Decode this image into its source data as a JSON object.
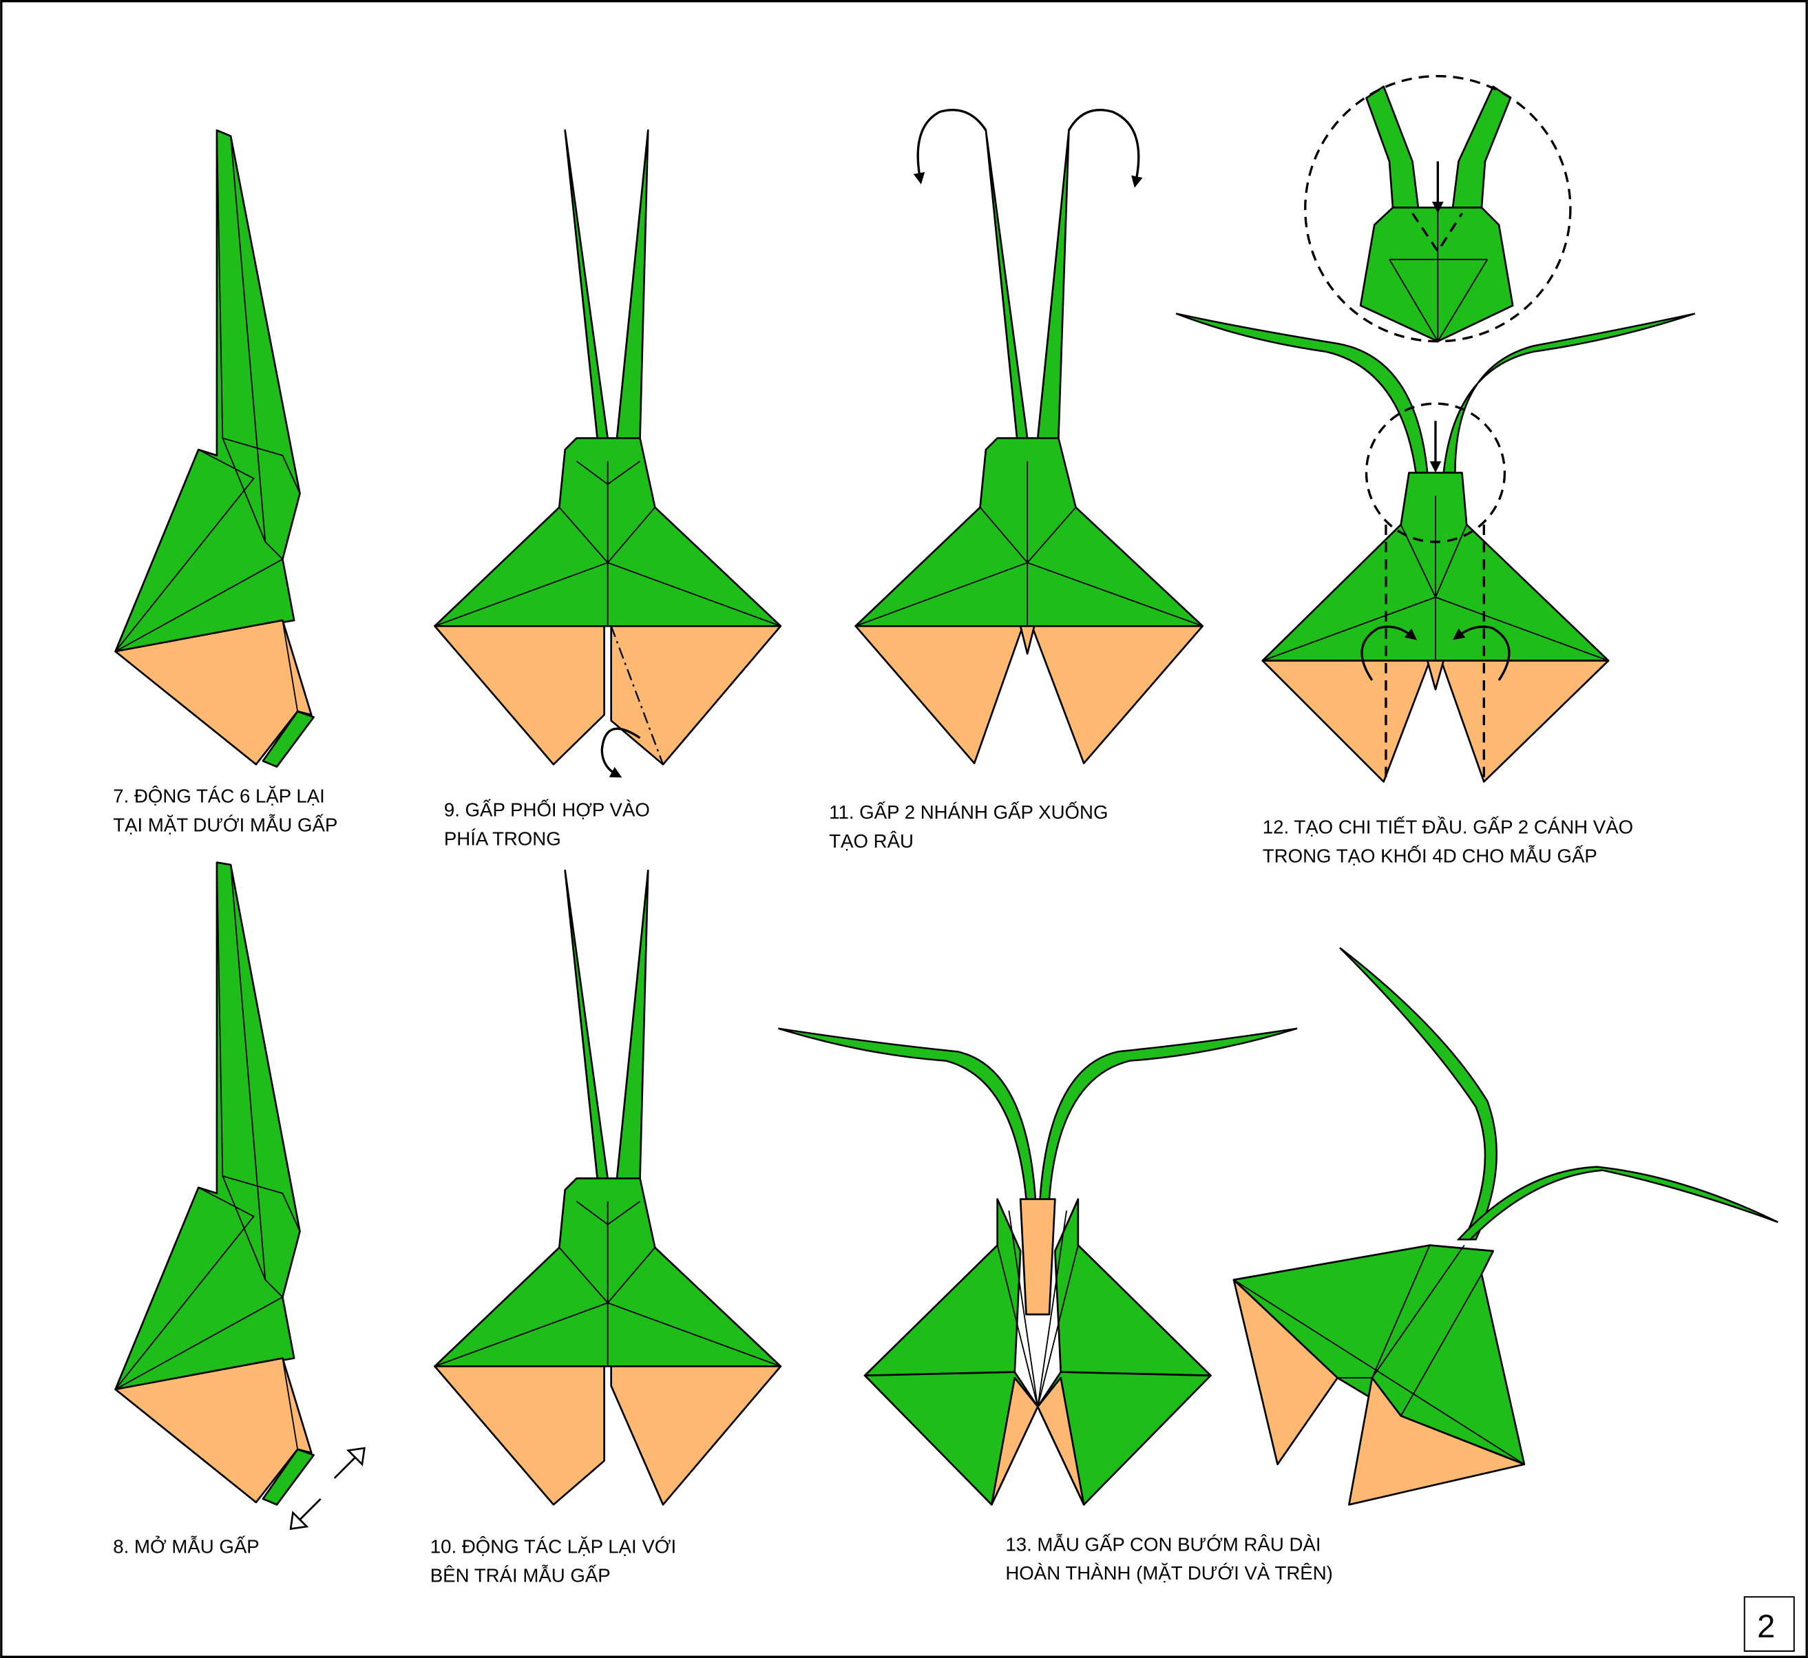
{
  "colors": {
    "paper_front": "#1fbd1a",
    "paper_back": "#fdb872",
    "line": "#000000"
  },
  "page_number": "2",
  "steps": {
    "s7": {
      "line1": "7. ĐỘNG TÁC 6 LẶP LẠI",
      "line2": "TẠI MẶT DƯỚI MẪU GẤP"
    },
    "s8": {
      "line1": "8. MỞ MẪU GẤP"
    },
    "s9": {
      "line1": "9. GẤP PHỐI HỢP VÀO",
      "line2": "PHÍA TRONG"
    },
    "s10": {
      "line1": "10. ĐỘNG TÁC LẶP LẠI VỚI",
      "line2": "BÊN TRÁI MẪU GẤP"
    },
    "s11": {
      "line1": "11. GẤP 2 NHÁNH GẤP XUỐNG",
      "line2": "TẠO RÂU"
    },
    "s12": {
      "line1": "12. TẠO CHI TIẾT ĐẦU. GẤP 2 CÁNH VÀO",
      "line2": "TRONG TẠO KHỐI 4D CHO MẪU GẤP"
    },
    "s13": {
      "line1": "13. MẪU GẤP CON BƯỚM RÂU DÀI",
      "line2": "HOÀN THÀNH (MẶT DƯỚI VÀ TRÊN)"
    }
  }
}
